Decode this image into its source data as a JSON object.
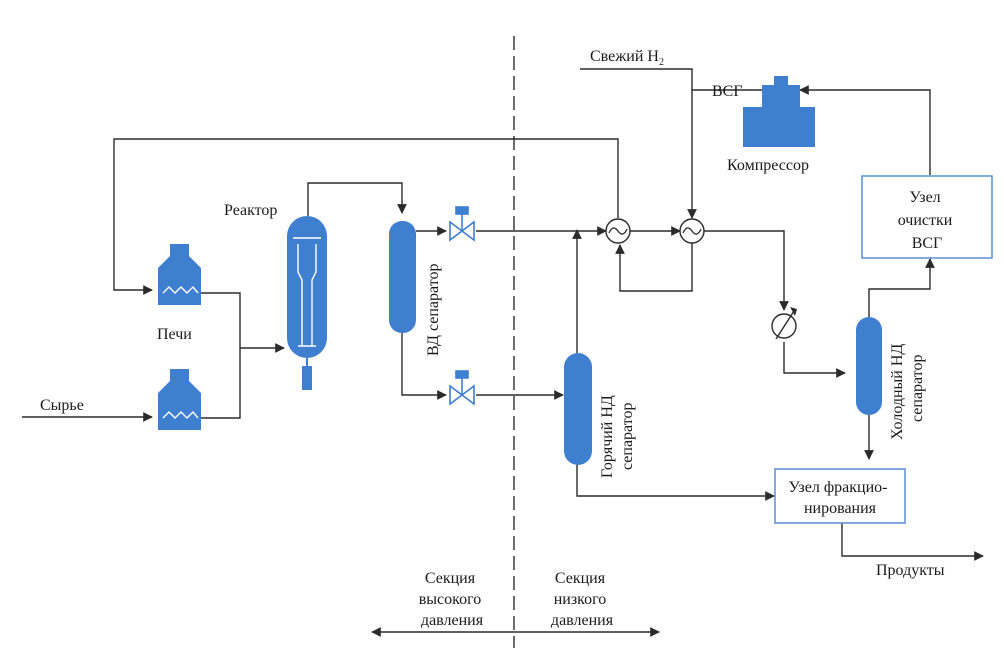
{
  "colors": {
    "equipment": "#3f7fd0",
    "box_border": "#5b8fd6",
    "line": "#2b2b2b"
  },
  "labels": {
    "fresh_h2": "Свежий H",
    "fresh_h2_sub": "2",
    "vsg": "ВСГ",
    "compressor": "Компрессор",
    "gas_cleaning": [
      "Узел",
      "очистки",
      "ВСГ"
    ],
    "reactor": "Реактор",
    "furnaces": "Печи",
    "feed": "Сырье",
    "hp_separator": "ВД сепаратор",
    "hot_lp_separator": [
      "Горячий НД",
      "сепаратор"
    ],
    "cold_lp_separator": [
      "Холодный НД",
      "сепаратор"
    ],
    "fractionation": [
      "Узел фракцио-",
      "нирования"
    ],
    "products": "Продукты",
    "hp_section": [
      "Секция",
      "высокого",
      "давления"
    ],
    "lp_section": [
      "Секция",
      "низкого",
      "давления"
    ]
  },
  "icons": [
    "furnace-icon",
    "reactor-icon",
    "separator-icon",
    "valve-icon",
    "heat-exchanger-icon",
    "cooler-icon",
    "compressor-icon"
  ]
}
